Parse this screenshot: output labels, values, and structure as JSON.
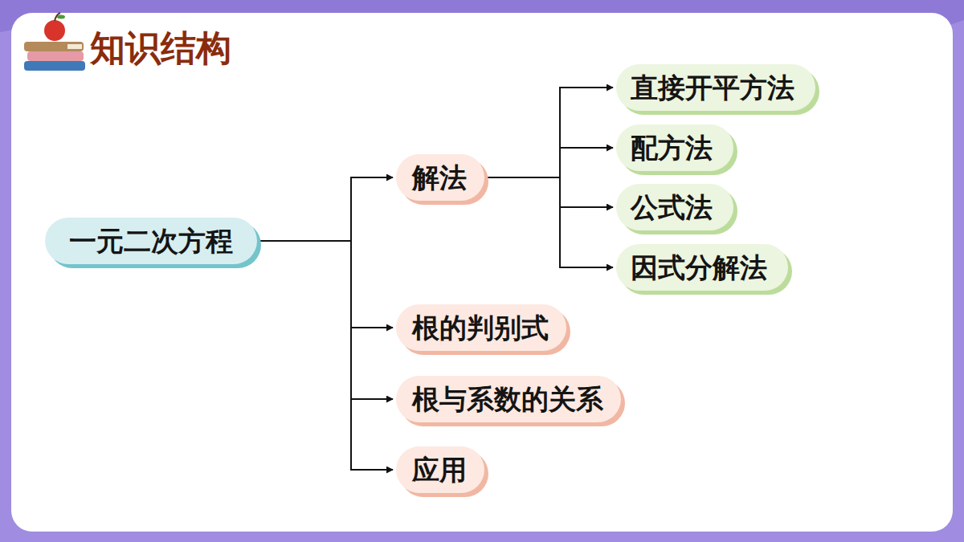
{
  "diagram": {
    "title": "知识结构",
    "nodes": [
      {
        "text": [
          "一元二次方程"
        ]
      },
      {
        "text": [
          "解法"
        ]
      },
      {
        "text": [
          "直接开平方法"
        ]
      },
      {
        "text": [
          "配方法"
        ]
      },
      {
        "text": [
          "公式法"
        ]
      },
      {
        "text": [
          "因式分解法"
        ]
      },
      {
        "text": [
          "根的判别式"
        ]
      },
      {
        "text": [
          "根与系数的关系"
        ]
      },
      {
        "text": [
          "应用"
        ]
      }
    ],
    "edges": [
      {
        "from": 0,
        "to": 1,
        "arrow": "to"
      },
      {
        "from": 0,
        "to": 6,
        "arrow": "to"
      },
      {
        "from": 0,
        "to": 7,
        "arrow": "to"
      },
      {
        "from": 0,
        "to": 8,
        "arrow": "to"
      },
      {
        "from": 1,
        "to": 2,
        "arrow": "to"
      },
      {
        "from": 1,
        "to": 3,
        "arrow": "to"
      },
      {
        "from": 1,
        "to": 4,
        "arrow": "to"
      },
      {
        "from": 1,
        "to": 5,
        "arrow": "to"
      }
    ]
  }
}
